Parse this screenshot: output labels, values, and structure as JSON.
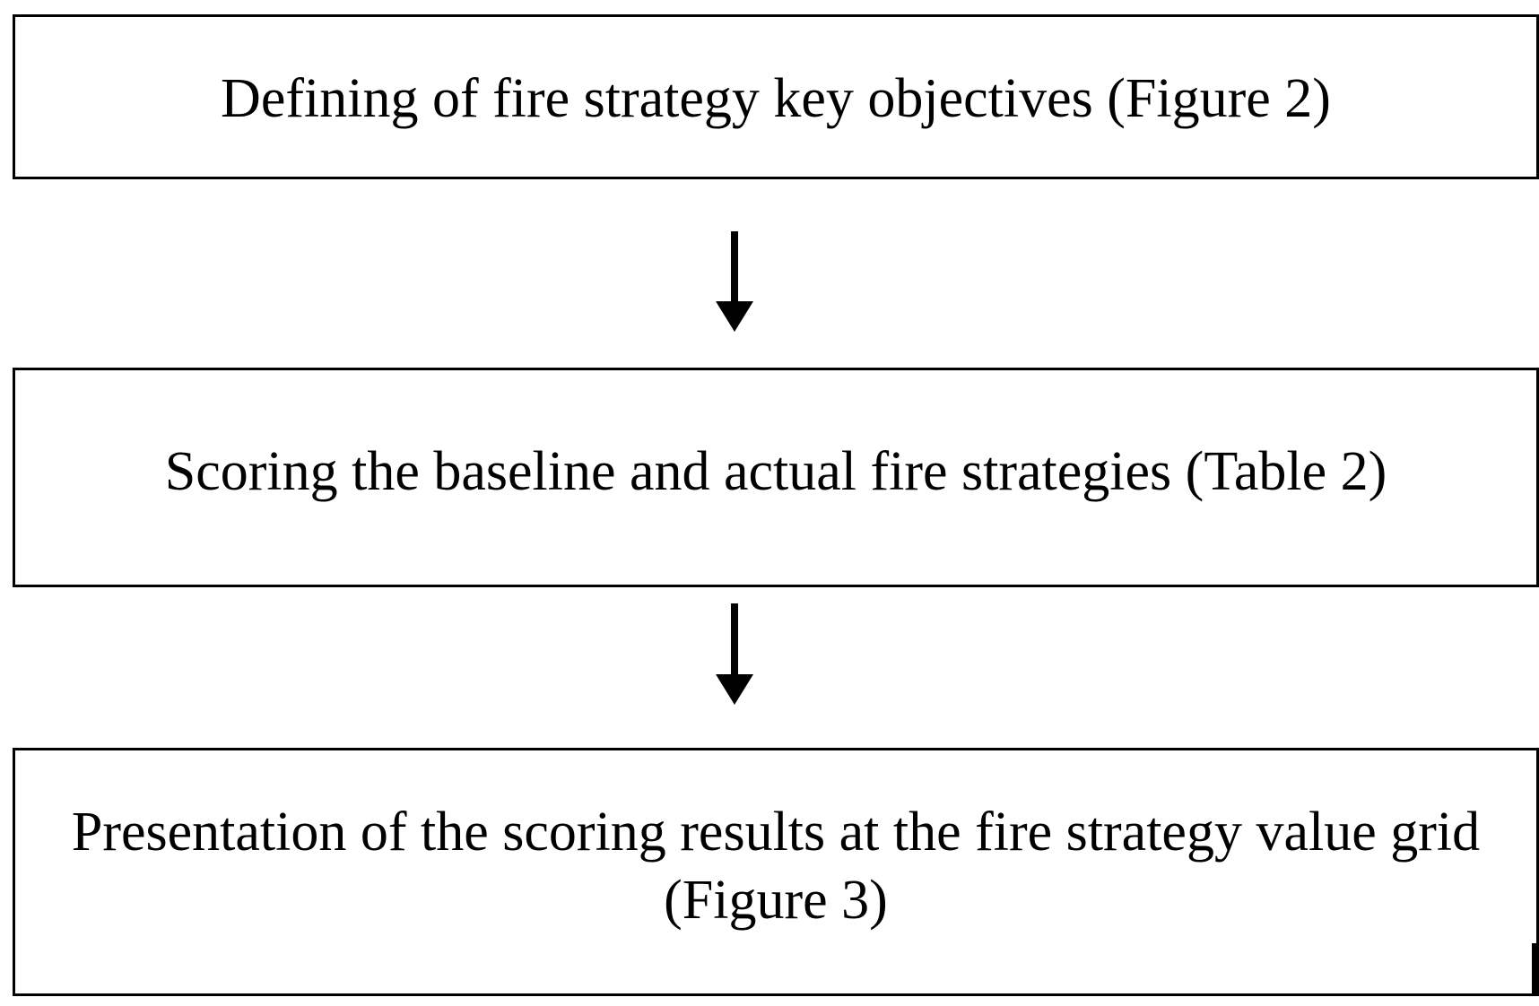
{
  "flowchart": {
    "steps": [
      {
        "label": "Defining of fire strategy key objectives (Figure 2)"
      },
      {
        "label": "Scoring the baseline and actual fire strategies (Table 2)"
      },
      {
        "label": "Presentation of the scoring results at the fire strategy value grid (Figure 3)"
      }
    ],
    "arrows": [
      {
        "from": 0,
        "to": 1
      },
      {
        "from": 1,
        "to": 2
      }
    ],
    "colors": {
      "stroke": "#000000",
      "background": "#ffffff"
    }
  }
}
